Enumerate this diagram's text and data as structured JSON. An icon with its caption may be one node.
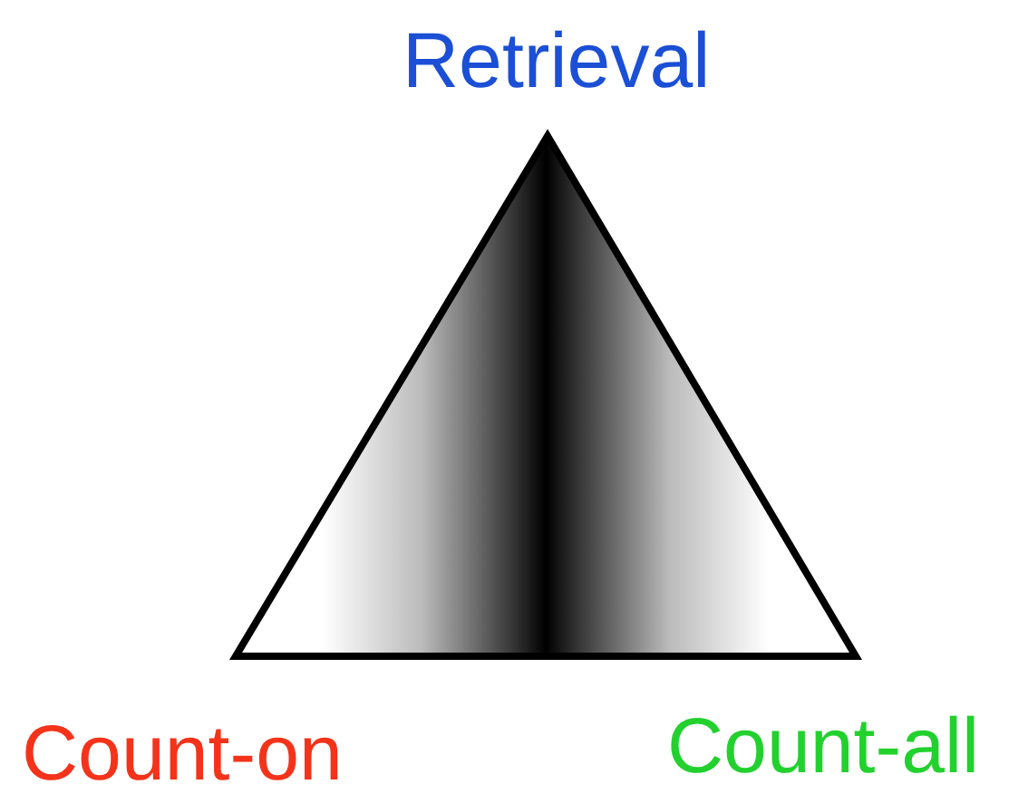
{
  "diagram": {
    "labels": [
      "Retrieval",
      "Count-on",
      "Count-all"
    ]
  }
}
